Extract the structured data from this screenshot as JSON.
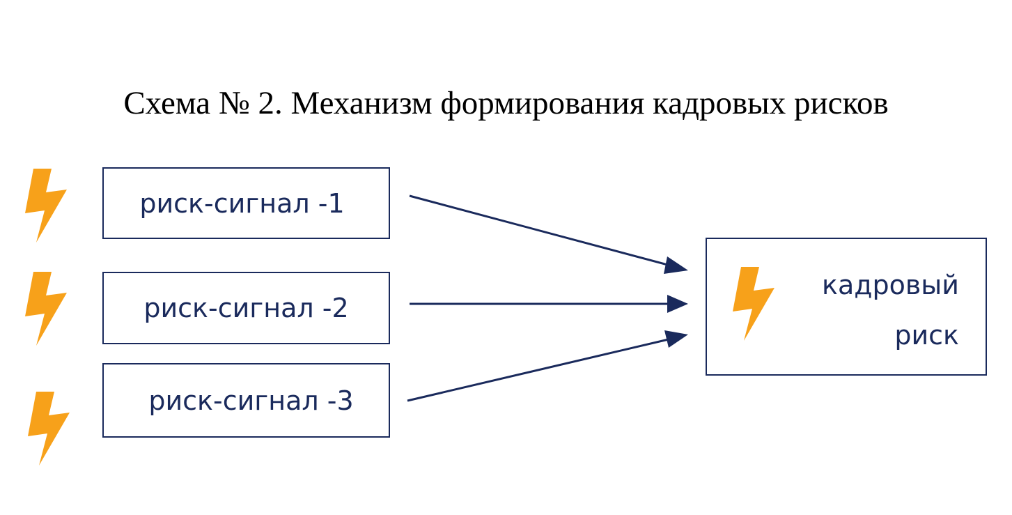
{
  "title": "Схема № 2. Механизм формирования кадровых рисков",
  "signals": [
    {
      "label": "риск-сигнал -1"
    },
    {
      "label": "риск-сигнал -2"
    },
    {
      "label": "риск-сигнал -3"
    }
  ],
  "result": {
    "line1": "кадровый",
    "line2": "риск"
  },
  "icons": {
    "signal": "lightning-bolt-icon",
    "result": "lightning-bolt-icon"
  },
  "colors": {
    "box_border": "#1a2a5c",
    "text": "#1a2a5c",
    "arrow": "#1a2a5c",
    "bolt": "#f7a11a",
    "title": "#000000"
  }
}
